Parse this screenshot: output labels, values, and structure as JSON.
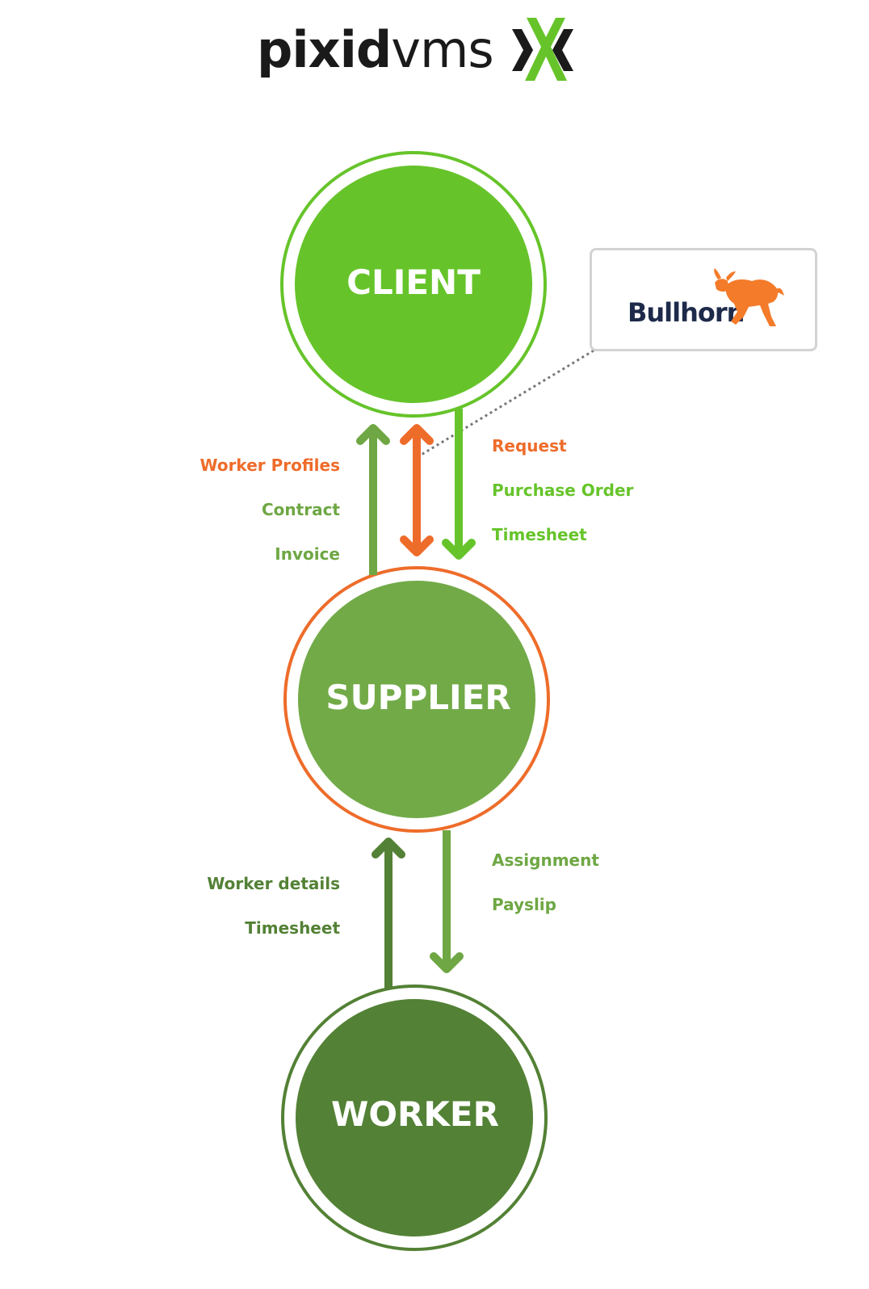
{
  "brand": {
    "word_bold": "pixid",
    "word_light": "vms",
    "mark": "pixid-x-mark-icon"
  },
  "colors": {
    "client": "#66c42a",
    "supplier_fill": "#72aa48",
    "supplier_ring": "#ee6c2a",
    "worker": "#538135",
    "orange": "#ee6c2a",
    "bright_green": "#66c42a",
    "mid_green": "#6ea743",
    "dark_green": "#538135",
    "bullhorn_navy": "#1e2a4a",
    "bullhorn_orange": "#f47b2a"
  },
  "nodes": {
    "client": "CLIENT",
    "supplier": "SUPPLIER",
    "worker": "WORKER"
  },
  "client_supplier": {
    "left_labels": [
      "Worker Profiles",
      "Contract",
      "Invoice"
    ],
    "right_labels": [
      "Request",
      "Purchase Order",
      "Timesheet"
    ]
  },
  "supplier_worker": {
    "left_labels": [
      "Worker details",
      "Timesheet"
    ],
    "right_labels": [
      "Assignment",
      "Payslip"
    ]
  },
  "integration": {
    "name": "Bullhorn",
    "icon": "bull-icon"
  }
}
